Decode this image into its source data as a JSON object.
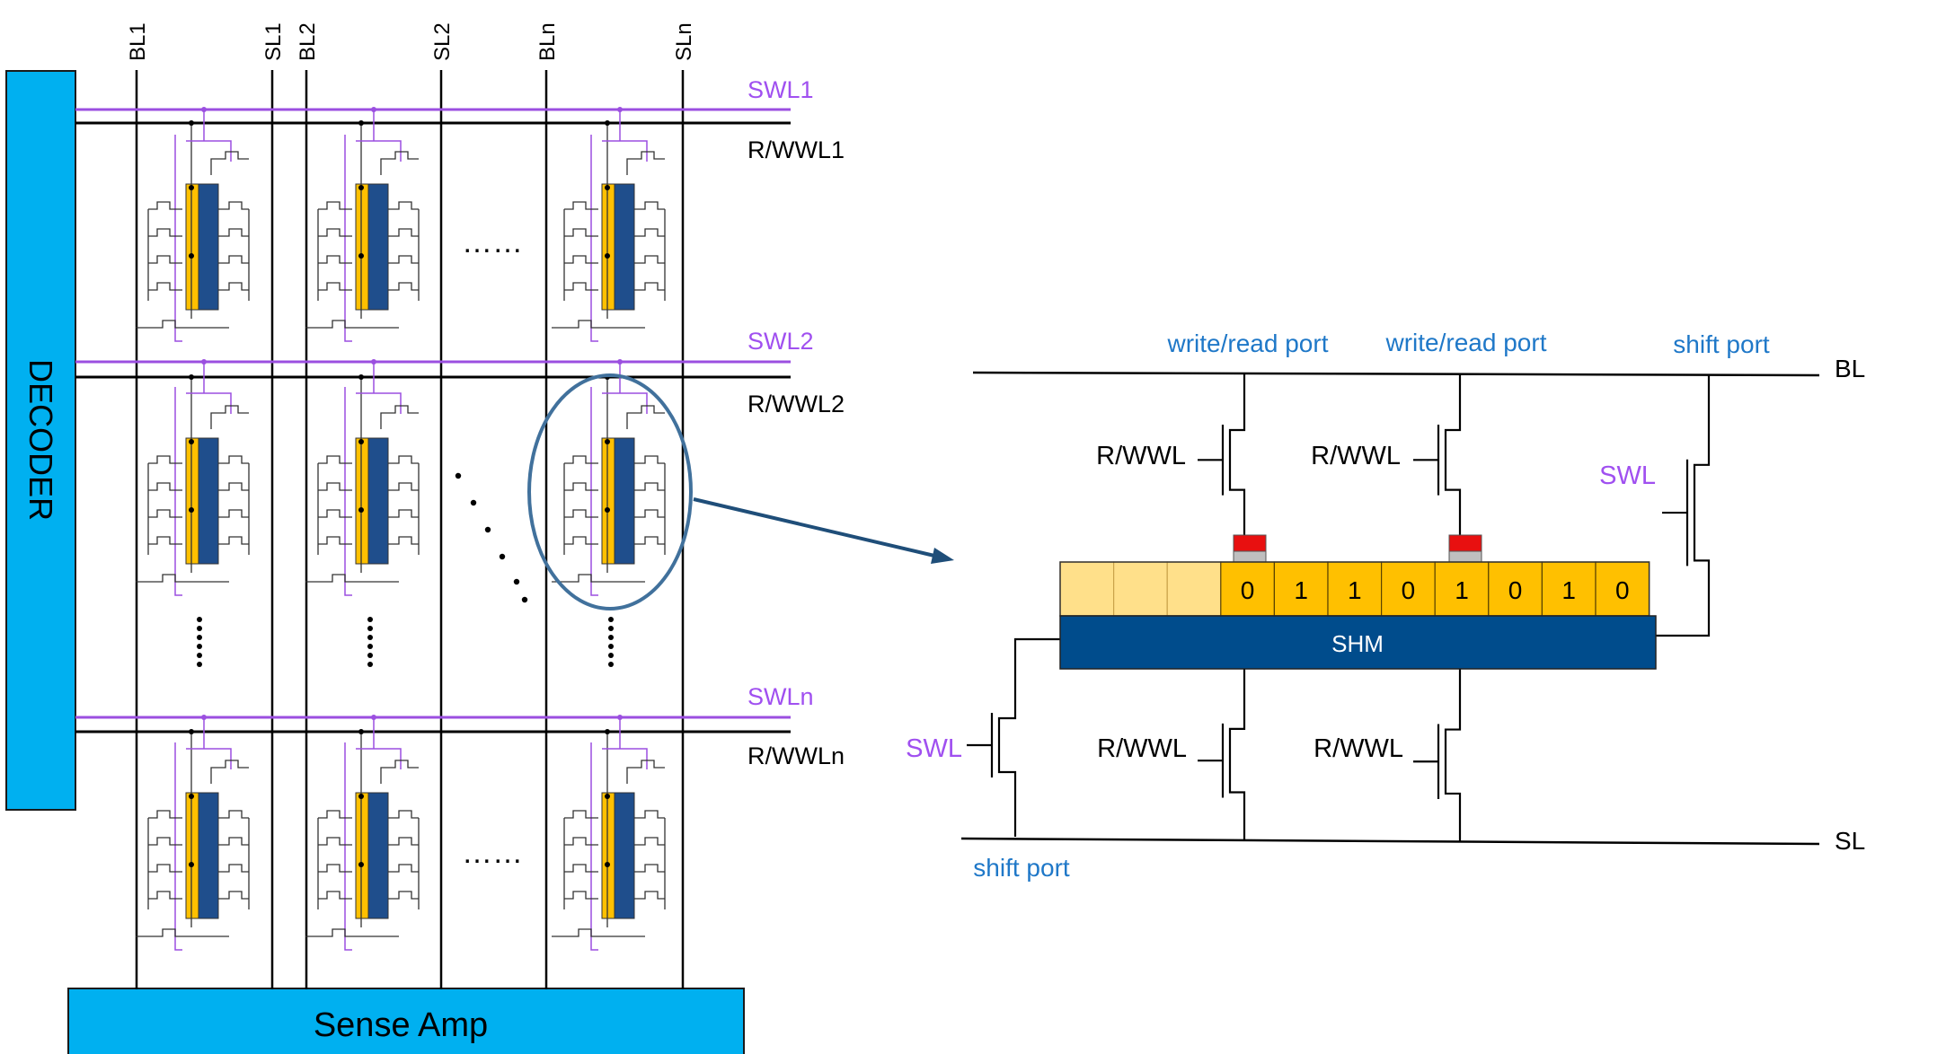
{
  "array": {
    "decoder_label": "DECODER",
    "sense_amp_label": "Sense Amp",
    "bitlines": [
      "BL1",
      "SL1",
      "BL2",
      "SL2",
      "BLn",
      "SLn"
    ],
    "swl_labels": [
      "SWL1",
      "SWL2",
      "SWLn"
    ],
    "rwwl_labels": [
      "R/WWL1",
      "R/WWL2",
      "R/WWLn"
    ],
    "ellipsis": "……"
  },
  "detail": {
    "port_labels": [
      "write/read port",
      "write/read port",
      "shift port"
    ],
    "bl_label": "BL",
    "sl_label": "SL",
    "rwwl_label": "R/WWL",
    "swl_label": "SWL",
    "bottom_port_label": "shift port",
    "shm_label": "SHM",
    "bits": [
      "0",
      "1",
      "1",
      "0",
      "1",
      "0",
      "1",
      "0"
    ],
    "empty_cells": 3
  },
  "colors": {
    "decoder_fill": "#00B0F0",
    "swl_line": "#9B4FE0",
    "swl_text": "#A050F0",
    "port_text": "#1F78C8",
    "cell_yellow": "#FFC000",
    "cell_light": "#FFE08A",
    "shm_blue": "#004C8C",
    "cell_blue": "#1F4E8C",
    "contact_red": "#E81010",
    "ellipse_stroke": "#41719C",
    "arrow": "#1F4E79"
  }
}
